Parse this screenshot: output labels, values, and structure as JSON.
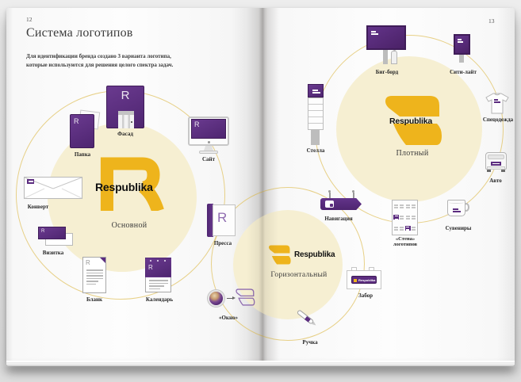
{
  "page": {
    "left_number": "12",
    "right_number": "13",
    "title": "Система логотипов",
    "intro": "Для идентификации бренда создано 3 варианта логотипа, которые используются для решения целого спектра задач."
  },
  "brand": {
    "letter": "R",
    "wordmark": "Respublika"
  },
  "variants": {
    "main": {
      "label": "Основной"
    },
    "dense": {
      "label": "Плотный"
    },
    "horizontal": {
      "label": "Горизонтальный"
    }
  },
  "items": {
    "facade": {
      "label": "Фасад"
    },
    "site": {
      "label": "Сайт"
    },
    "folder": {
      "label": "Папка"
    },
    "envelope": {
      "label": "Конверт"
    },
    "card": {
      "label": "Визитка"
    },
    "blank": {
      "label": "Бланк"
    },
    "calendar": {
      "label": "Календарь"
    },
    "press": {
      "label": "Пресса"
    },
    "window": {
      "label": "«Окно»"
    },
    "fence": {
      "label": "Забор"
    },
    "pen": {
      "label": "Ручка"
    },
    "bigboard": {
      "label": "Биг-борд"
    },
    "citylight": {
      "label": "Сити-лайт"
    },
    "stella": {
      "label": "Стелла"
    },
    "navigation": {
      "label": "Навигация"
    },
    "wall": {
      "label_line1": "«Стена»",
      "label_line2": "логотипов"
    },
    "souvenirs": {
      "label": "Сувениры"
    },
    "workwear": {
      "label": "Спецодежда"
    },
    "auto": {
      "label": "Авто"
    }
  },
  "colors": {
    "purple": "#5c2d80",
    "purple_dark": "#432060",
    "yellow": "#eeb41c",
    "cream": "#f6efd2",
    "orbit": "#e2c56a"
  }
}
